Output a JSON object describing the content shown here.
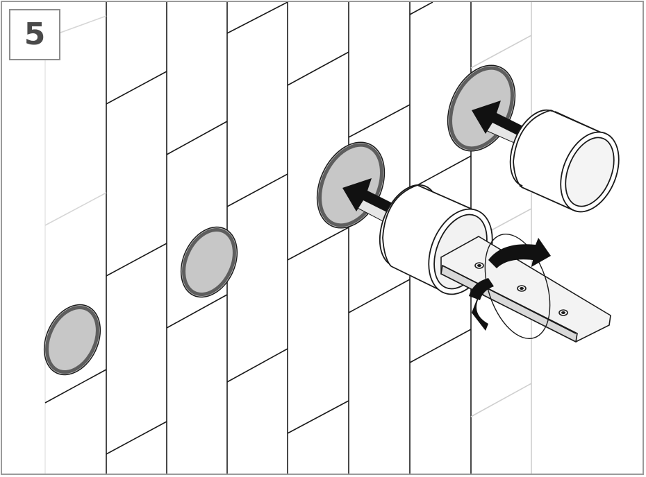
{
  "step": {
    "number": "5"
  },
  "colors": {
    "frame": "#9a9a9a",
    "line": "#1a1a1a",
    "hole_fill": "#c7c7c7",
    "hole_rim": "#5e5e5e",
    "arrow": "#111111",
    "arrow_tail": "#e6e6e6",
    "step_text": "#4a4a4a"
  },
  "illustration": {
    "icons": [
      "wall-panels",
      "mounting-hole",
      "insert-arrow",
      "cylinder-cap",
      "mounting-strap",
      "rotate-arrow"
    ]
  }
}
